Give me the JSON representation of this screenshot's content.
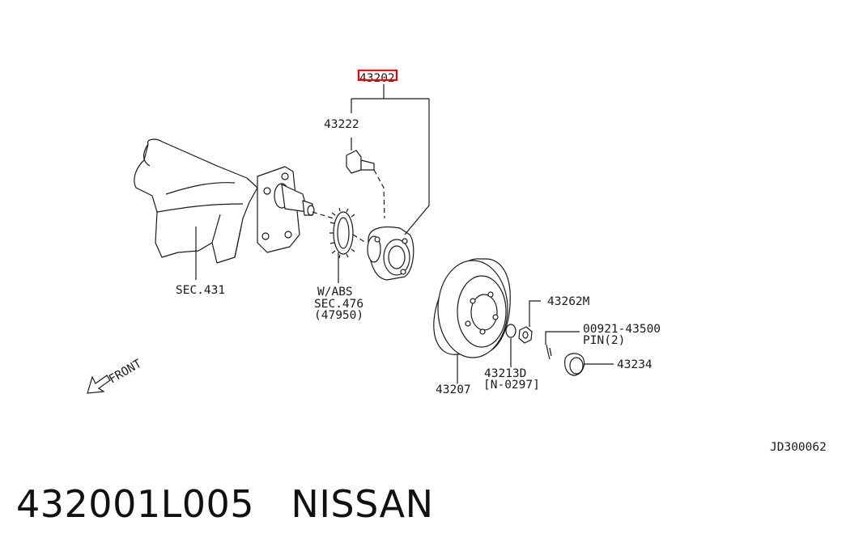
{
  "diagram": {
    "callouts": {
      "hub_assembly": "43202",
      "hub_bolt": "43222",
      "axle_section": "SEC.431",
      "abs_note": "W/ABS",
      "abs_section": "SEC.476",
      "abs_ref": "(47950)",
      "disc": "43207",
      "nut": "43262M",
      "pin_number": "00921-43500",
      "pin_qty": "PIN(2)",
      "cap": "43234",
      "washer": "43213D",
      "washer_note": "[N-0297]",
      "front": "FRONT",
      "drawing_id": "JD300062"
    },
    "highlight_color": "#e8000b"
  },
  "caption": {
    "part_number": "432001L005",
    "brand": "NISSAN"
  }
}
